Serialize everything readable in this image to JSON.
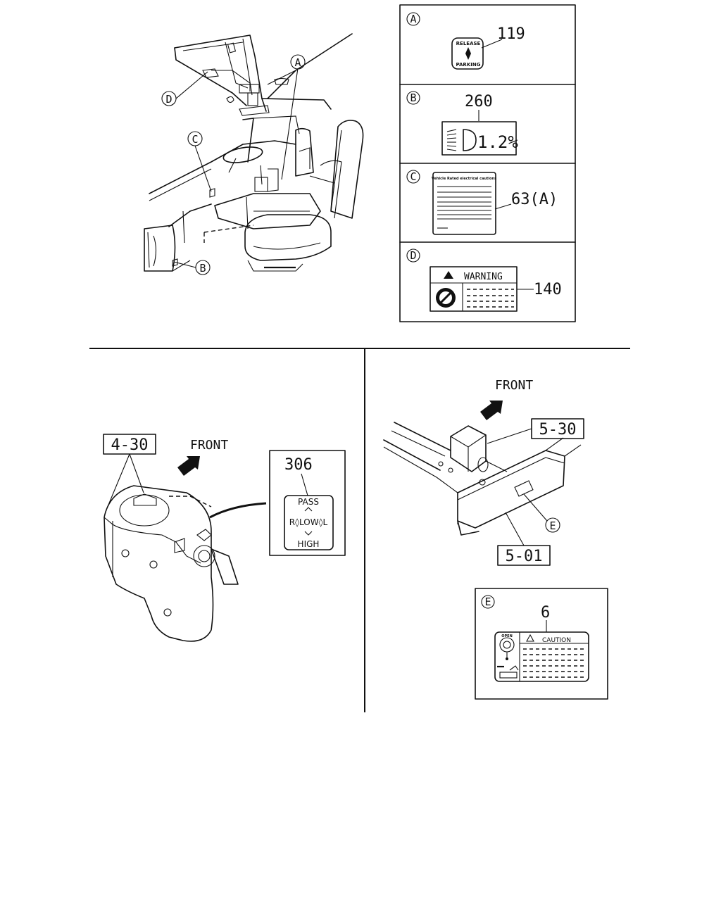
{
  "legend_panels": [
    {
      "letter": "A",
      "part_no": "119",
      "label_lines": [
        "RELEASE",
        "PARKING"
      ]
    },
    {
      "letter": "B",
      "part_no": "260",
      "label_text": "1.2%"
    },
    {
      "letter": "C",
      "part_no": "63(A)",
      "label_heading": "Vehicle Rated electrical cautions"
    },
    {
      "letter": "D",
      "part_no": "140",
      "label_text": "WARNING"
    }
  ],
  "cab_view": {
    "callouts": [
      "A",
      "B",
      "C",
      "D"
    ]
  },
  "left_view": {
    "ref_box": "4-30",
    "direction": "FRONT",
    "inset_part_no": "306",
    "inset_lines": {
      "top": "PASS",
      "middle": "R◊LOW◊L",
      "bottom": "HIGH"
    }
  },
  "right_view": {
    "direction": "FRONT",
    "ref_upper": "5-30",
    "ref_lower": "5-01",
    "callout": "E",
    "detail": {
      "letter": "E",
      "part_no": "6",
      "label_text": "CAUTION",
      "small_text": "OPEN"
    }
  }
}
